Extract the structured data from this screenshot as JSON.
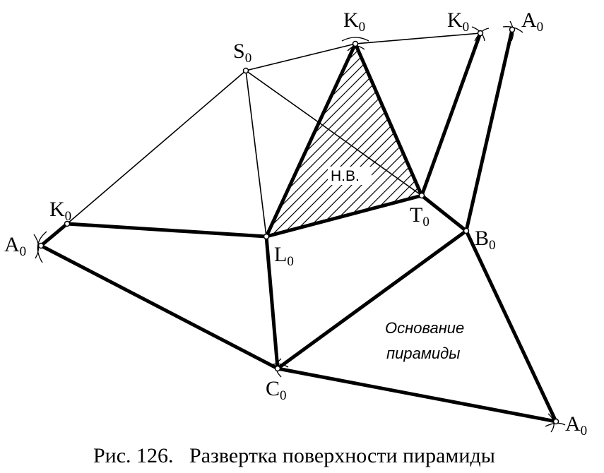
{
  "labels": {
    "S": {
      "letter": "S",
      "sub": "0"
    },
    "K_top": {
      "letter": "K",
      "sub": "0"
    },
    "K_right": {
      "letter": "K",
      "sub": "0"
    },
    "A_topright": {
      "letter": "A",
      "sub": "0"
    },
    "K_left": {
      "letter": "K",
      "sub": "0"
    },
    "A_left": {
      "letter": "A",
      "sub": "0"
    },
    "L": {
      "letter": "L",
      "sub": "0"
    },
    "T": {
      "letter": "T",
      "sub": "0"
    },
    "B": {
      "letter": "B",
      "sub": "0"
    },
    "C": {
      "letter": "C",
      "sub": "0"
    },
    "A_bottom": {
      "letter": "A",
      "sub": "0"
    }
  },
  "annotations": {
    "true_size": "Н.В.",
    "base_line1": "Основание",
    "base_line2": "пирамиды"
  },
  "caption": "Рис. 126.   Развертка поверхности пирамиды"
}
